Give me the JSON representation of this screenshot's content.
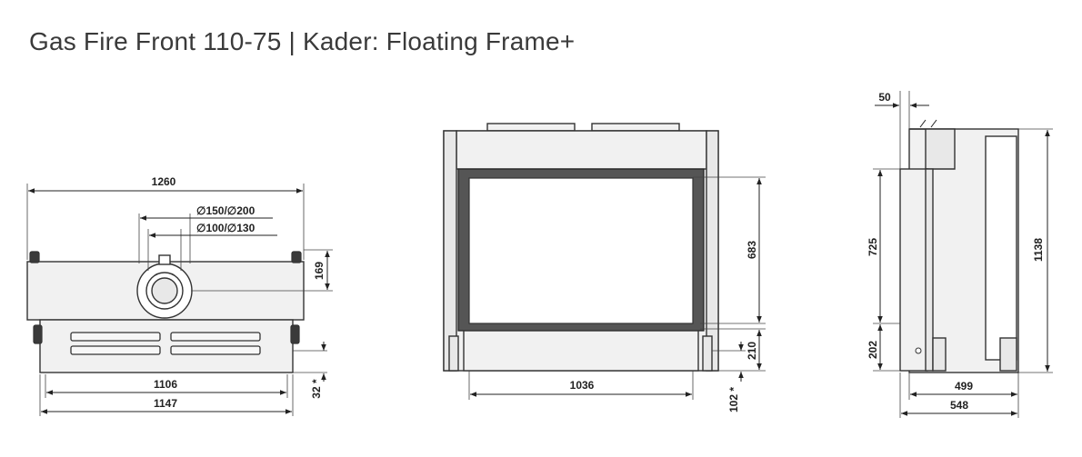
{
  "title": "Gas Fire Front 110-75 | Kader: Floating Frame+",
  "top_view": {
    "width_overall": "1260",
    "flue_outer": "∅150/∅200",
    "flue_inner": "∅100/∅130",
    "flue_offset": "169",
    "width_inner": "1106",
    "width_base": "1147",
    "base_height": "32 *"
  },
  "front_view": {
    "opening_height": "683",
    "bottom_height": "210",
    "opening_width": "1036",
    "foot_height": "102 *"
  },
  "side_view": {
    "frame_depth": "50",
    "frame_height": "725",
    "total_height": "1138",
    "bottom_offset": "202",
    "depth_inner": "499",
    "depth_total": "548"
  }
}
